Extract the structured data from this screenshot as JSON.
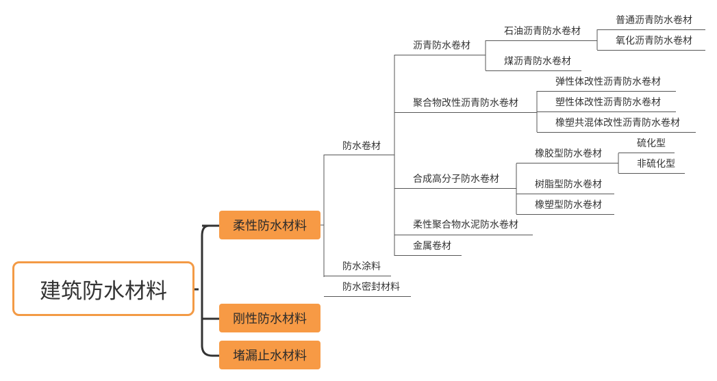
{
  "root": {
    "label": "建筑防水材料"
  },
  "branches": [
    {
      "label": "柔性防水材料"
    },
    {
      "label": "刚性防水材料"
    },
    {
      "label": "堵漏止水材料"
    }
  ],
  "flexible": {
    "rolls": "防水卷材",
    "coating": "防水涂料",
    "sealing": "防水密封材料"
  },
  "rolls": {
    "asphalt": "沥青防水卷材",
    "polymer_modified": "聚合物改性沥青防水卷材",
    "synthetic": "合成高分子防水卷材",
    "flexible_cement": "柔性聚合物水泥防水卷材",
    "metal": "金属卷材"
  },
  "asphalt": {
    "petroleum": "石油沥青防水卷材",
    "coal": "煤沥青防水卷材"
  },
  "petroleum": {
    "ordinary": "普通沥青防水卷材",
    "oxidized": "氧化沥青防水卷材"
  },
  "polymer_modified": {
    "elastomer": "弹性体改性沥青防水卷材",
    "plastomer": "塑性体改性沥青防水卷材",
    "rubber_plastic_blend": "橡塑共混体改性沥青防水卷材"
  },
  "synthetic": {
    "rubber": "橡胶型防水卷材",
    "resin": "树脂型防水卷材",
    "rubber_plastic": "橡塑型防水卷材"
  },
  "rubber": {
    "vulcanized": "硫化型",
    "non_vulcanized": "非硫化型"
  }
}
